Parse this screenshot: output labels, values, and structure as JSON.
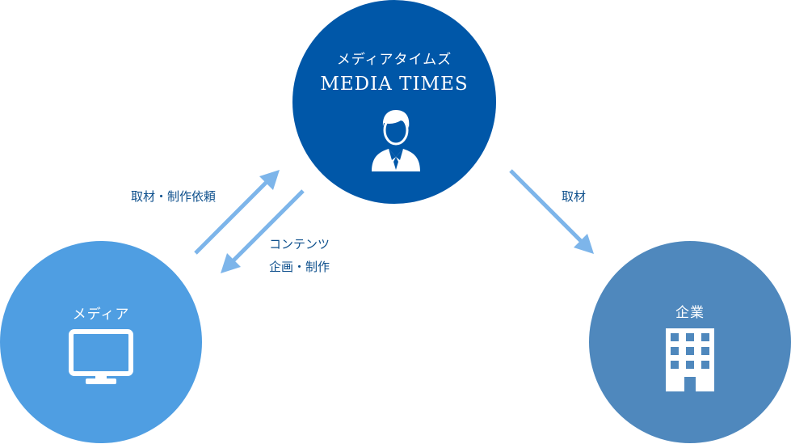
{
  "nodes": {
    "center": {
      "title_jp": "メディアタイムズ",
      "title_en": "MEDIA TIMES",
      "icon": "businessman-icon",
      "color": "#0057a8"
    },
    "left": {
      "title": "メディア",
      "icon": "monitor-icon",
      "color": "#4f9ee2"
    },
    "right": {
      "title": "企業",
      "icon": "office-building-icon",
      "color": "#4f88bd"
    }
  },
  "edges": {
    "media_to_center": {
      "label": "取材・制作依頼"
    },
    "center_to_media": {
      "label_line1": "コンテンツ",
      "label_line2": "企画・制作"
    },
    "center_to_company": {
      "label": "取材"
    }
  },
  "arrow_color": "#7db5ea"
}
